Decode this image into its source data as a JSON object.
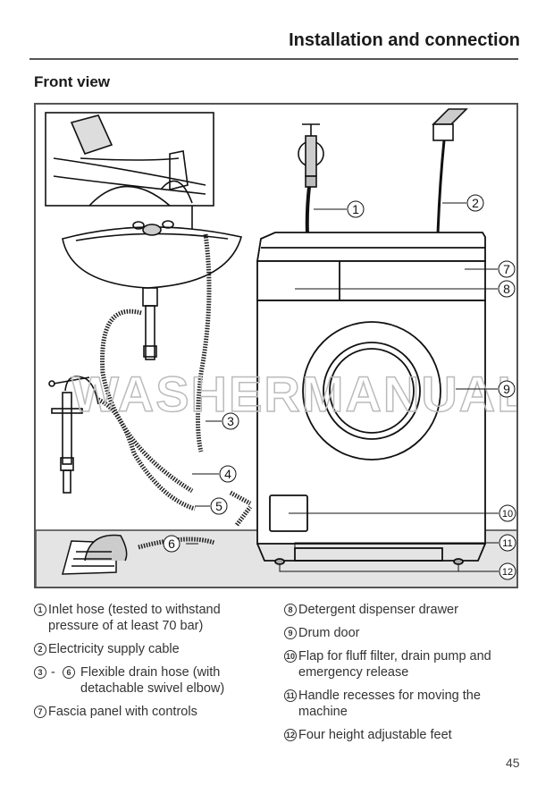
{
  "header": {
    "title": "Installation and connection"
  },
  "section": {
    "title": "Front view"
  },
  "figure": {
    "watermark": "WASHERMANUAL.COM",
    "callouts": [
      "1",
      "2",
      "3",
      "4",
      "5",
      "6",
      "7",
      "8",
      "9",
      "10",
      "11",
      "12"
    ]
  },
  "legend": {
    "left": [
      {
        "num": "1",
        "text": "Inlet hose (tested to withstand pressure of at least 70 bar)"
      },
      {
        "num": "2",
        "text": "Electricity supply cable"
      },
      {
        "num": "3",
        "num_end": "6",
        "separator": "-",
        "text": "Flexible drain hose (with detachable swivel elbow)"
      },
      {
        "num": "7",
        "text": "Fascia panel with controls"
      }
    ],
    "right": [
      {
        "num": "8",
        "text": "Detergent dispenser drawer"
      },
      {
        "num": "9",
        "text": "Drum door"
      },
      {
        "num": "10",
        "text": "Flap for fluff filter, drain pump and emergency release"
      },
      {
        "num": "11",
        "text": "Handle recesses for moving the machine"
      },
      {
        "num": "12",
        "text": "Four height adjustable feet"
      }
    ]
  },
  "footer": {
    "page_number": "45"
  }
}
